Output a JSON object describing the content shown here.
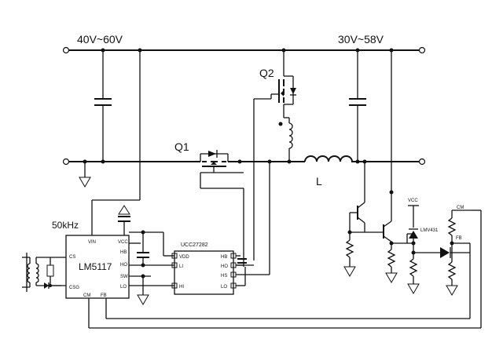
{
  "labels": {
    "vin_range": "40V~60V",
    "vout_range": "30V~58V",
    "q1": "Q1",
    "q2": "Q2",
    "inductor": "L",
    "frequency": "50kHz",
    "vcc": "VCC",
    "cm": "CM",
    "fb": "FB",
    "lmv431": "LMV431"
  },
  "lm5117": {
    "name": "LM5117",
    "pins": {
      "vin": "VIN",
      "vcc": "VCC",
      "hb": "HB",
      "ho": "HO",
      "sw": "SW",
      "lo": "LO",
      "cs": "CS",
      "csg": "CSG",
      "cm": "CM",
      "fb": "FB"
    }
  },
  "ucc27282": {
    "name": "UCC27282",
    "pins": {
      "vdd": "VDD",
      "li": "LI",
      "hi": "HI",
      "hb": "HB",
      "ho": "HO",
      "hs": "HS",
      "lo": "LO"
    }
  }
}
